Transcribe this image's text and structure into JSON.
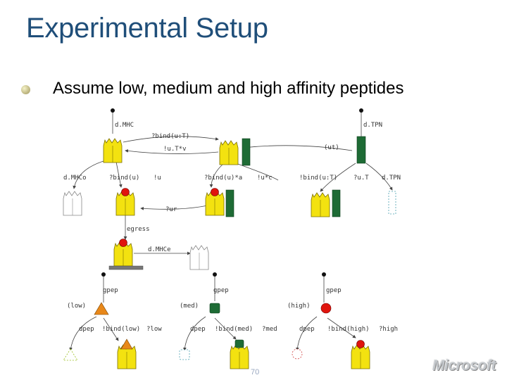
{
  "slide": {
    "title": "Experimental Setup",
    "bullet": "Assume low, medium and high affinity peptides",
    "page_number": "70",
    "logo_text": "Microsoft"
  },
  "diagram": {
    "labels": {
      "mhc": "d.MHC",
      "bind_top": "?bind(u:T)",
      "ut_v": "!u.T*v",
      "tpn": "d.TPN",
      "ut": "(ut)",
      "dmhc_o": "d.MHCo",
      "bind_u": "?bind(u)",
      "u": "!u",
      "bind_ua": "?bind(u)*a",
      "u_c": "!u*c",
      "bind_ut2": "!bind(u:T)",
      "ut2": "?u.T",
      "dtpn": "d.TPN",
      "ur": "?ur",
      "egress": "egress",
      "dmhce": "d.MHCe",
      "gpep1": "gpep",
      "gpep2": "gpep",
      "gpep3": "gpep",
      "low": "(low)",
      "med": "(med)",
      "high": "(high)",
      "dpep1": "dpep",
      "bind_low": "!bind(low)",
      "low2": "?low",
      "dpep2": "dpep",
      "bind_med": "!bind(med)",
      "med2": "?med",
      "dpep3": "dpep",
      "bind_high": "!bind(high)",
      "high2": "?high"
    },
    "colors": {
      "mhc": "#f3e210",
      "tpn": "#1e6b35",
      "peptide": "#e0150e",
      "low_peptide": "#e8881a",
      "med_peptide": "#1e6b35",
      "high_peptide": "#e0150e"
    }
  }
}
